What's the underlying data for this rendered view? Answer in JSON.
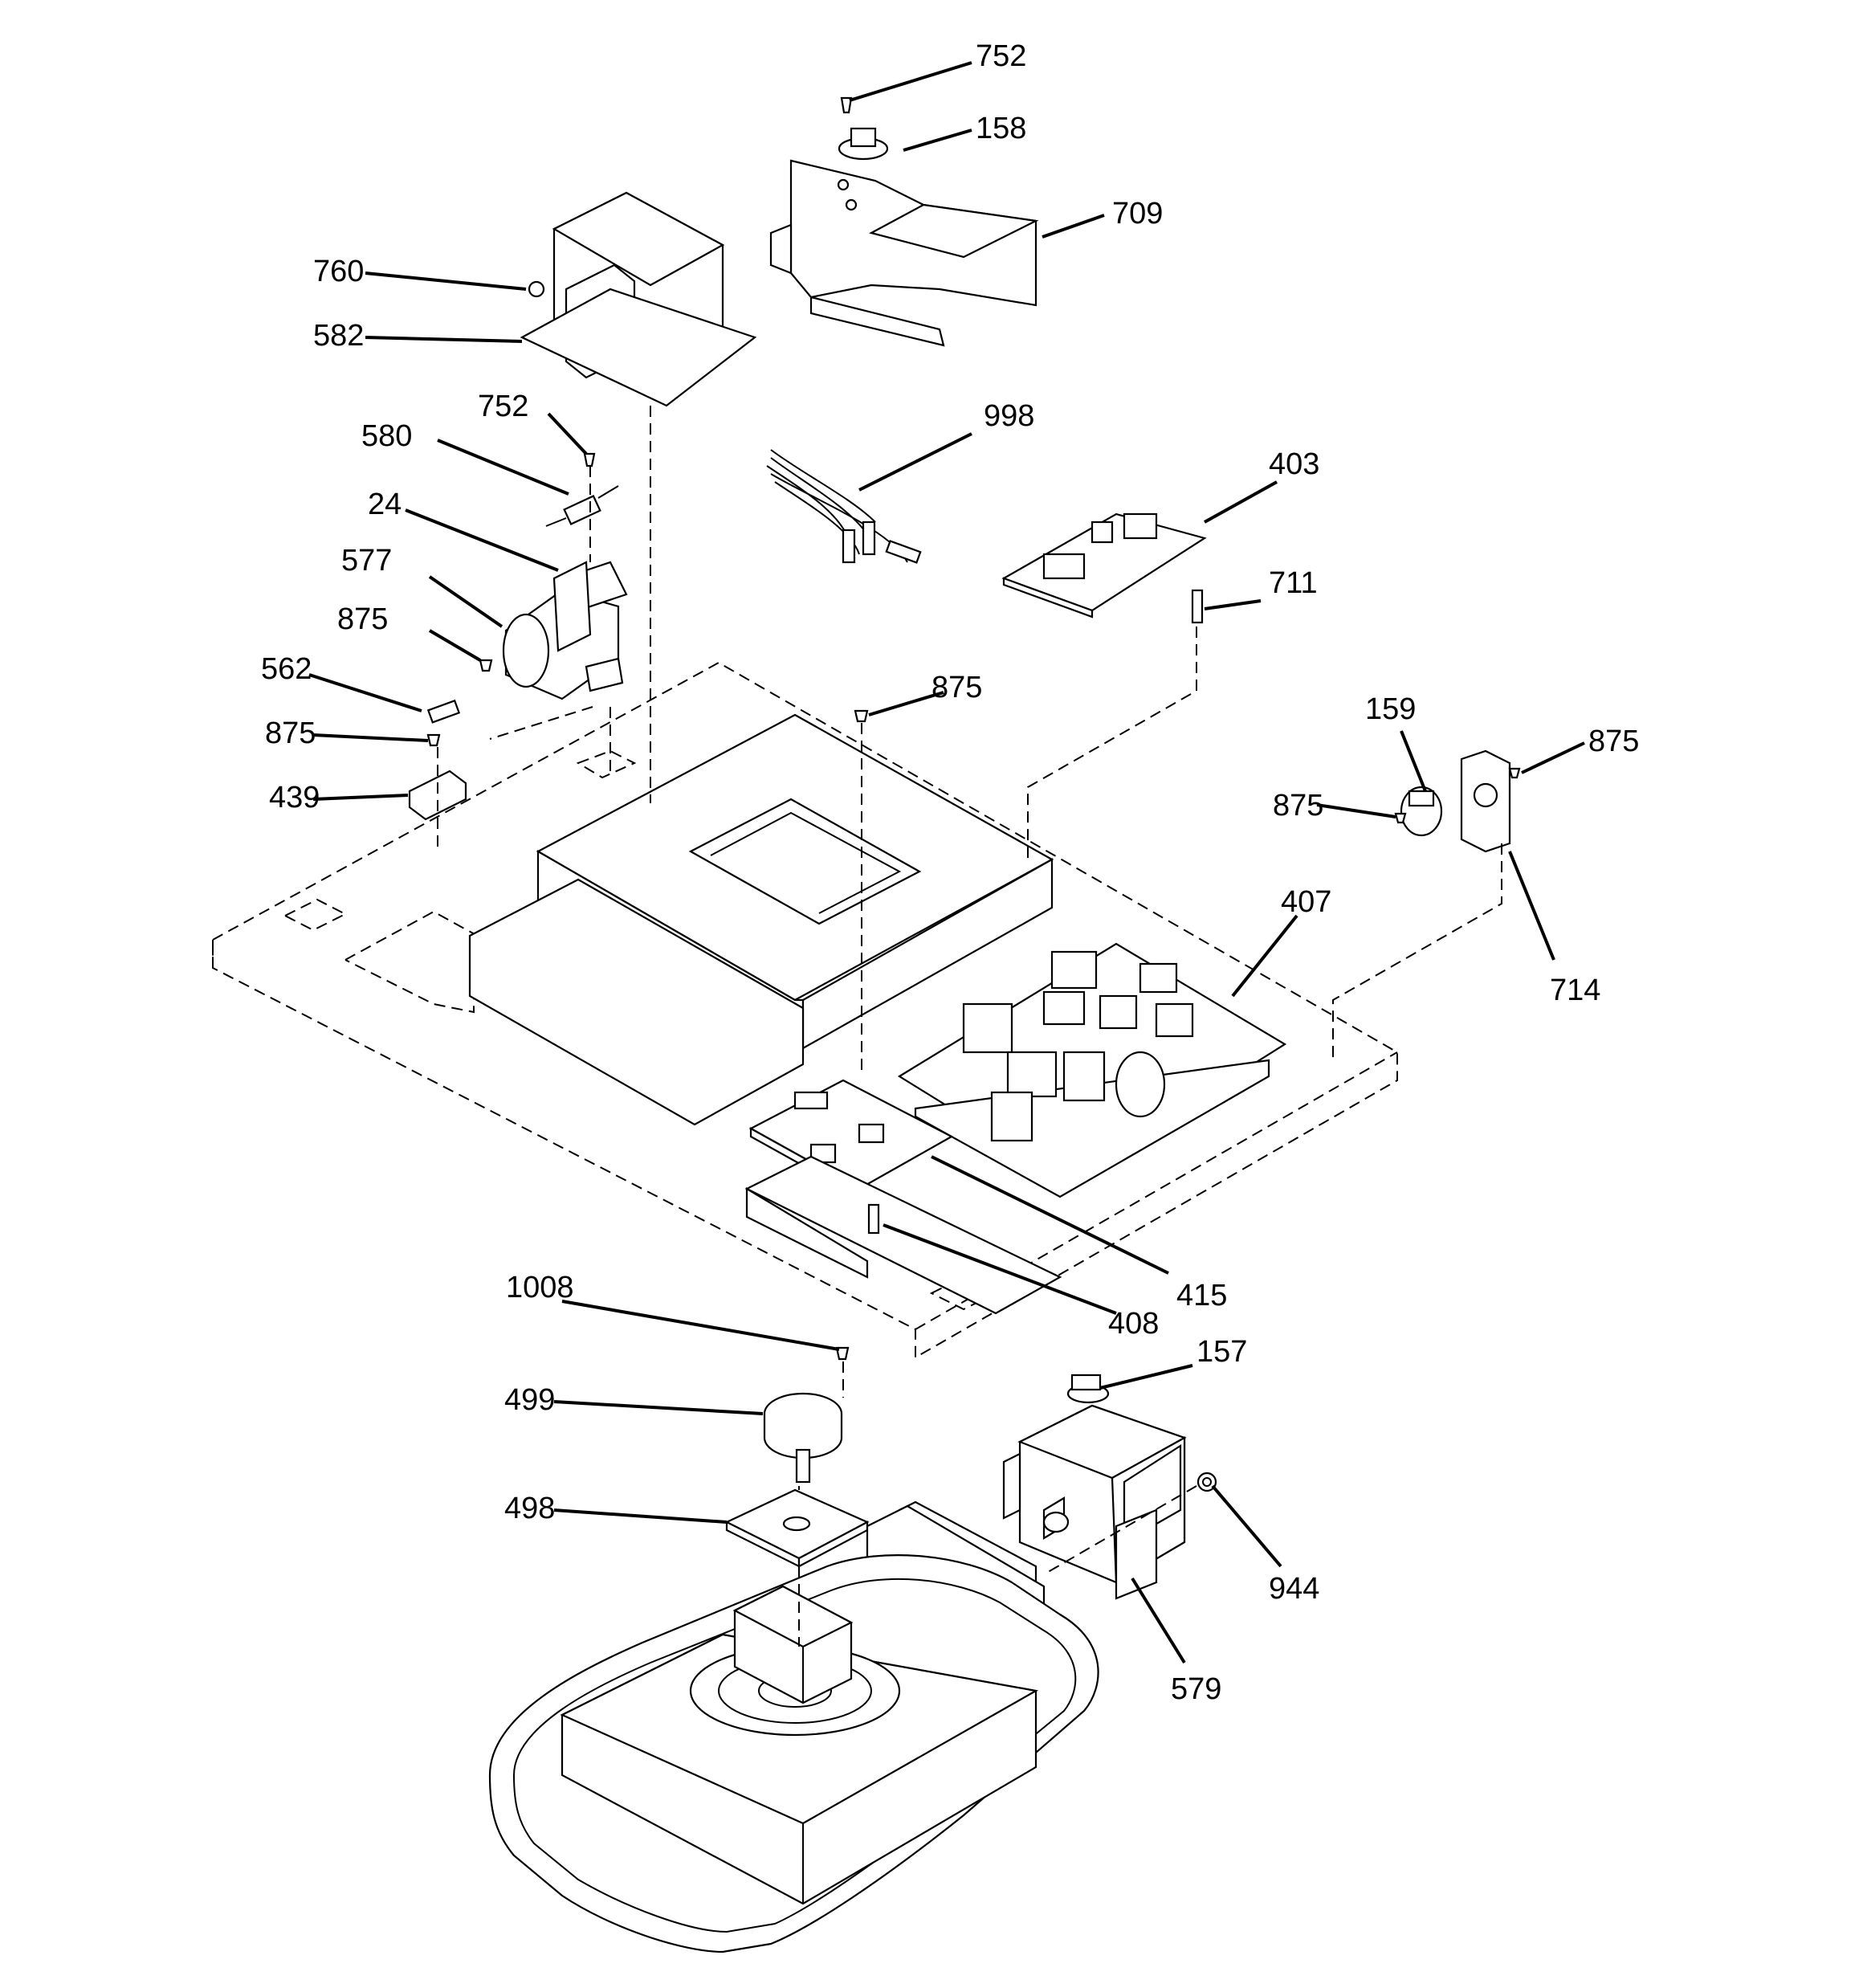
{
  "labels": {
    "l752a": "752",
    "l158": "158",
    "l709": "709",
    "l760": "760",
    "l582": "582",
    "l752b": "752",
    "l580": "580",
    "l24": "24",
    "l577": "577",
    "l875a": "875",
    "l562": "562",
    "l875b": "875",
    "l439": "439",
    "l998": "998",
    "l403": "403",
    "l711": "711",
    "l875c": "875",
    "l159": "159",
    "l875d": "875",
    "l875e": "875",
    "l714": "714",
    "l407": "407",
    "l415": "415",
    "l408": "408",
    "l1008": "1008",
    "l499": "499",
    "l157": "157",
    "l498": "498",
    "l944": "944",
    "l579": "579"
  }
}
